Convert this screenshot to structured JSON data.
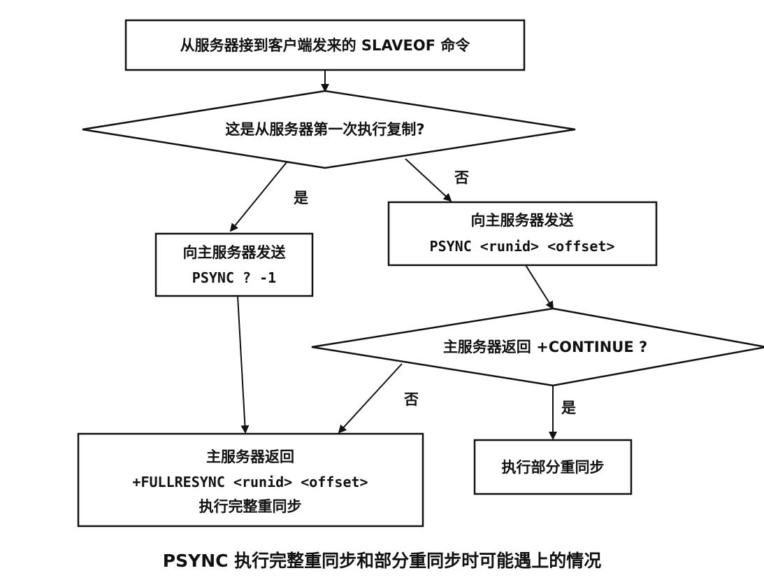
{
  "nodes": {
    "start": {
      "text": "从服务器接到客户端发来的 SLAVEOF 命令"
    },
    "first_time": {
      "text": "这是从服务器第一次执行复制?"
    },
    "send_full": {
      "line1": "向主服务器发送",
      "line2": "PSYNC ? -1"
    },
    "send_partial": {
      "line1": "向主服务器发送",
      "line2": "PSYNC <runid> <offset>"
    },
    "continue_check": {
      "text": "主服务器返回 +CONTINUE ?"
    },
    "full_resync": {
      "line1": "主服务器返回",
      "line2": "+FULLRESYNC <runid> <offset>",
      "line3": "执行完整重同步"
    },
    "partial_resync": {
      "text": "执行部分重同步"
    }
  },
  "edges": {
    "first_yes": "是",
    "first_no": "否",
    "continue_no": "否",
    "continue_yes": "是"
  },
  "caption": "PSYNC 执行完整重同步和部分重同步时可能遇上的情况"
}
